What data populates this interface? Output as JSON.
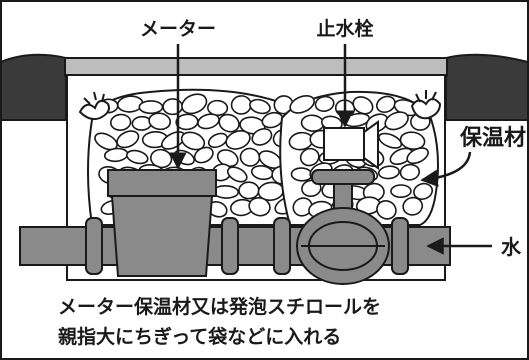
{
  "labels": {
    "meter": "メーター",
    "stop_valve": "止水栓",
    "insulation": "保温材",
    "water": "水"
  },
  "caption": {
    "line1": "メーター保温材又は発泡スチロールを",
    "line2": "親指大にちぎって袋などに入れる"
  },
  "colors": {
    "outline": "#1a1a1a",
    "pipe_fill": "#8a8a8a",
    "meter_fill": "#8a8a8a",
    "lid_fill": "#bdbdbd",
    "ground_fill": "#3a3a3a",
    "pebble_fill": "#ffffff",
    "background": "#ffffff"
  },
  "icons": {
    "water_flow": "left-arrow-icon",
    "meter_pointer": "down-arrow-icon",
    "valve_pointer": "down-arrow-icon",
    "insulation_pointer": "left-arrow-icon"
  }
}
